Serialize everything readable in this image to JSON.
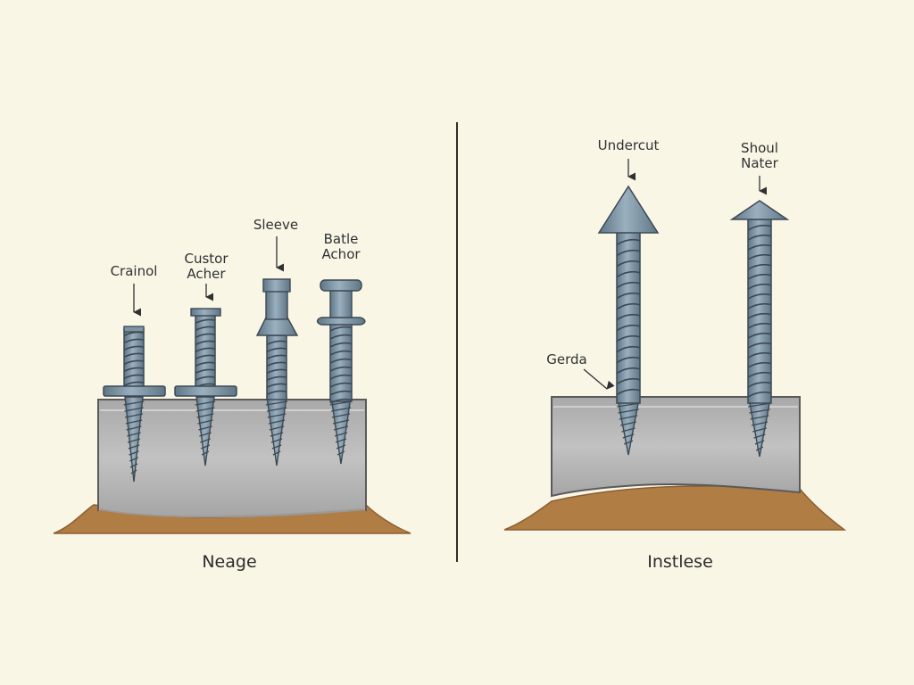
{
  "left_panel": {
    "caption": "Neage",
    "labels": {
      "crainol": [
        "Crainol"
      ],
      "custor_achor": [
        "Custor",
        "Acher"
      ],
      "sleeve": [
        "Sleeve"
      ],
      "batle_achor": [
        "Batle",
        "Achor"
      ]
    }
  },
  "right_panel": {
    "caption": "Instlese",
    "labels": {
      "undercut": [
        "Undercut"
      ],
      "shoul_nater": [
        "Shoul",
        "Nater"
      ],
      "gerda": [
        "Gerda"
      ]
    }
  },
  "colors": {
    "background": "#faf6e6",
    "metal": "#7d94a5",
    "metal_dark": "#5d7385",
    "outline": "#3c4852",
    "concrete": "#b3b3b3",
    "soil": "#b07d45",
    "text": "#2f3133"
  }
}
